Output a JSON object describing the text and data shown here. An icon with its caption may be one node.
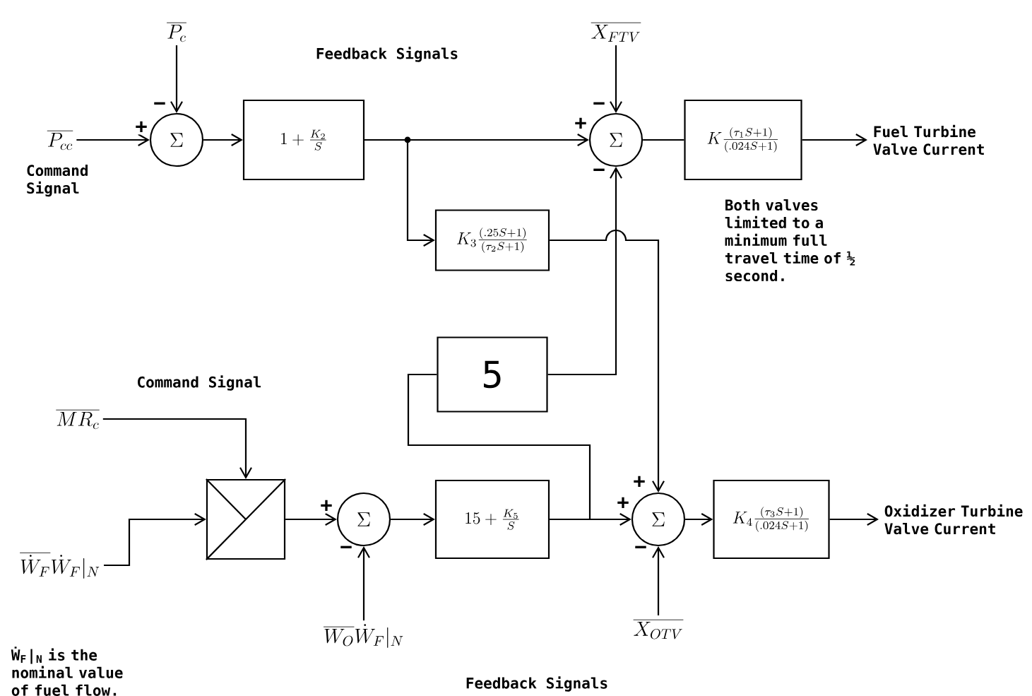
{
  "diagram": {
    "nodes": [
      {
        "text": [
          "\\overline{P_{cc}}"
        ],
        "beside": [
          "Command Signal"
        ]
      },
      {
        "text": [
          "\\overline{P_c}"
        ]
      },
      {
        "text": [
          "\\Sigma"
        ]
      },
      {
        "text": [
          "1+\\frac{K_2}{S}"
        ]
      },
      {
        "text": [
          "\\Sigma"
        ]
      },
      {
        "text": [
          "\\overline{X_{FTV}}"
        ]
      },
      {
        "text": [
          "K\\frac{(\\tau_1 S+1)}{(.024S+1)}"
        ]
      },
      {
        "text": [
          "Fuel Turbine Valve Current"
        ]
      },
      {
        "text": [
          "K_3\\frac{(.25S+1)}{(\\tau_2 S+1)}"
        ]
      },
      {
        "text": [
          "5"
        ]
      },
      {
        "text": [
          "\\overline{MR_c}"
        ]
      },
      {
        "text": [
          "\\overline{\\dot{W}_F}\\dot{W}_F|_N"
        ]
      },
      {
        "text": [],
        "shape": "box"
      },
      {
        "text": [
          "\\Sigma"
        ]
      },
      {
        "text": [
          "\\overline{W_O}\\dot{W}_F|_N"
        ]
      },
      {
        "text": [
          "15+\\frac{K_5}{S}"
        ]
      },
      {
        "text": [
          "\\Sigma"
        ]
      },
      {
        "text": [
          "\\overline{X_{OTV}}"
        ]
      },
      {
        "text": [
          "K_4\\frac{(\\tau_3 S+1)}{(.024S+1)}"
        ]
      },
      {
        "text": [
          "Oxidizer Turbine Valve Current"
        ]
      }
    ],
    "edges": [
      {
        "from": 0,
        "to": 2,
        "arrow": "to",
        "label": "+"
      },
      {
        "from": 1,
        "to": 2,
        "arrow": "to",
        "label": "−"
      },
      {
        "from": 2,
        "to": 3,
        "arrow": "to"
      },
      {
        "from": 3,
        "to": 4,
        "arrow": "to",
        "label": "+"
      },
      {
        "from": 3,
        "to": 8,
        "arrow": "to"
      },
      {
        "from": 5,
        "to": 4,
        "arrow": "to",
        "label": "−"
      },
      {
        "from": 4,
        "to": 6,
        "arrow": "none"
      },
      {
        "from": 6,
        "to": 7,
        "arrow": "to"
      },
      {
        "from": 8,
        "to": 16,
        "arrow": "to",
        "label": "+"
      },
      {
        "from": 9,
        "to": 4,
        "arrow": "to",
        "label": "−"
      },
      {
        "from": 15,
        "to": 9,
        "arrow": "none"
      },
      {
        "from": 15,
        "to": 16,
        "arrow": "to",
        "label": "+"
      },
      {
        "from": 10,
        "to": 12,
        "arrow": "to"
      },
      {
        "from": 11,
        "to": 12,
        "arrow": "to"
      },
      {
        "from": 12,
        "to": 13,
        "arrow": "to",
        "label": "+"
      },
      {
        "from": 14,
        "to": 13,
        "arrow": "to",
        "label": "−"
      },
      {
        "from": 13,
        "to": 15,
        "arrow": "to"
      },
      {
        "from": 17,
        "to": 16,
        "arrow": "to",
        "label": "−"
      },
      {
        "from": 16,
        "to": 18,
        "arrow": "to"
      },
      {
        "from": 18,
        "to": 19,
        "arrow": "to"
      }
    ],
    "labels": [
      "Feedback Signals",
      "Both valves limited to a minimum full travel time of ½ second.",
      "Command Signal",
      "Ẇ$_{F}$|$_{N}$ is the nominal value of fuel flow.",
      "Feedback Signals"
    ]
  }
}
